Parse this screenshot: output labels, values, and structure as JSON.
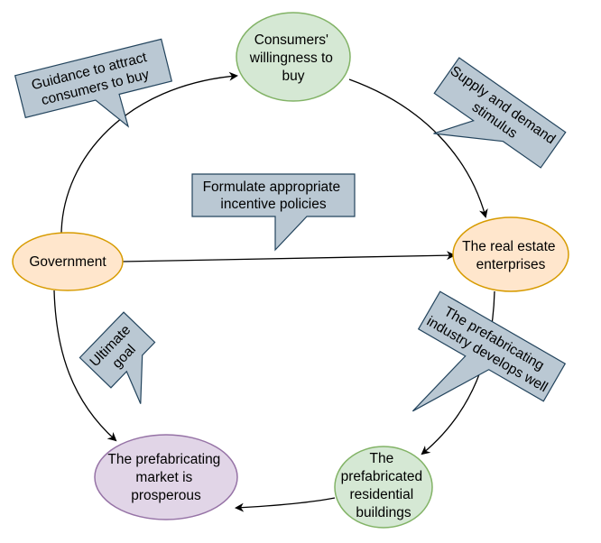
{
  "nodes": {
    "government": {
      "lines": [
        "Government"
      ]
    },
    "consumers": {
      "lines": [
        "Consumers'",
        "willingness to",
        "buy"
      ]
    },
    "enterprises": {
      "lines": [
        "The real estate",
        "enterprises"
      ]
    },
    "buildings": {
      "lines": [
        "The",
        "prefabricated",
        "residential",
        "buildings"
      ]
    },
    "market": {
      "lines": [
        "The prefabricating",
        "market is",
        "prosperous"
      ]
    }
  },
  "callouts": {
    "guidance": {
      "lines": [
        "Guidance to attract",
        "consumers to buy"
      ]
    },
    "supply": {
      "lines": [
        "Supply and demand",
        "stimulus"
      ]
    },
    "policies": {
      "lines": [
        "Formulate appropriate",
        "incentive policies"
      ]
    },
    "industry": {
      "lines": [
        "The prefabricating",
        "industry develops well"
      ]
    },
    "goal": {
      "lines": [
        "Ultimate",
        "goal"
      ]
    }
  },
  "colors": {
    "orange_fill": "#ffe6cc",
    "orange_stroke": "#d79b00",
    "green_fill": "#d5e8d4",
    "green_stroke": "#82b366",
    "purple_fill": "#e1d5e7",
    "purple_stroke": "#9673a6",
    "callout_fill": "#bac8d3",
    "callout_stroke": "#23445d"
  }
}
